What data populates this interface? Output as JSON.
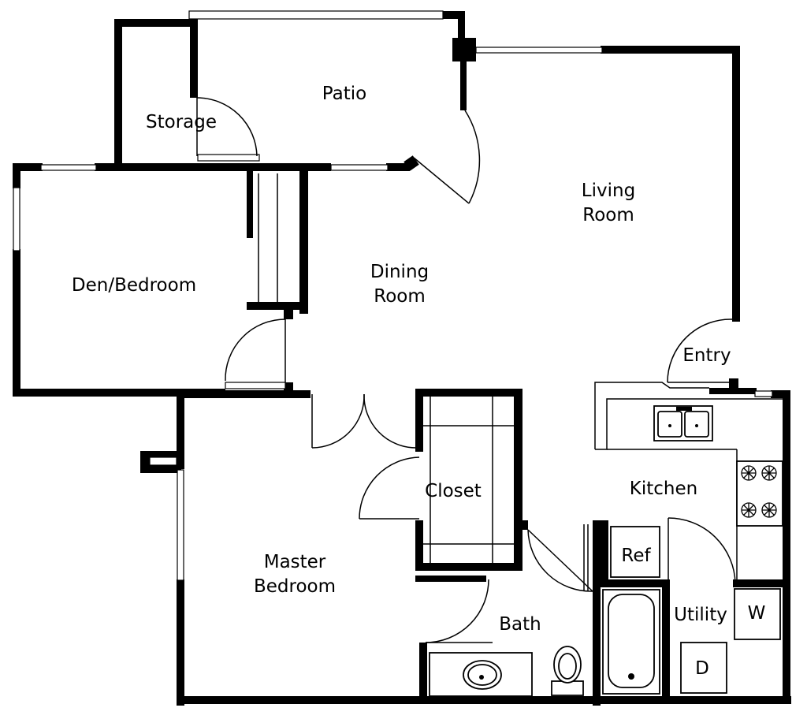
{
  "rooms": {
    "patio": "Patio",
    "storage": "Storage",
    "living_1": "Living",
    "living_2": "Room",
    "den": "Den/Bedroom",
    "dining_1": "Dining",
    "dining_2": "Room",
    "entry": "Entry",
    "closet": "Closet",
    "kitchen": "Kitchen",
    "master_1": "Master",
    "master_2": "Bedroom",
    "bath": "Bath",
    "utility": "Utility"
  },
  "appliances": {
    "refrigerator": "Ref",
    "washer": "W",
    "dryer": "D"
  },
  "colors": {
    "wall": "#000000",
    "background": "#ffffff"
  }
}
